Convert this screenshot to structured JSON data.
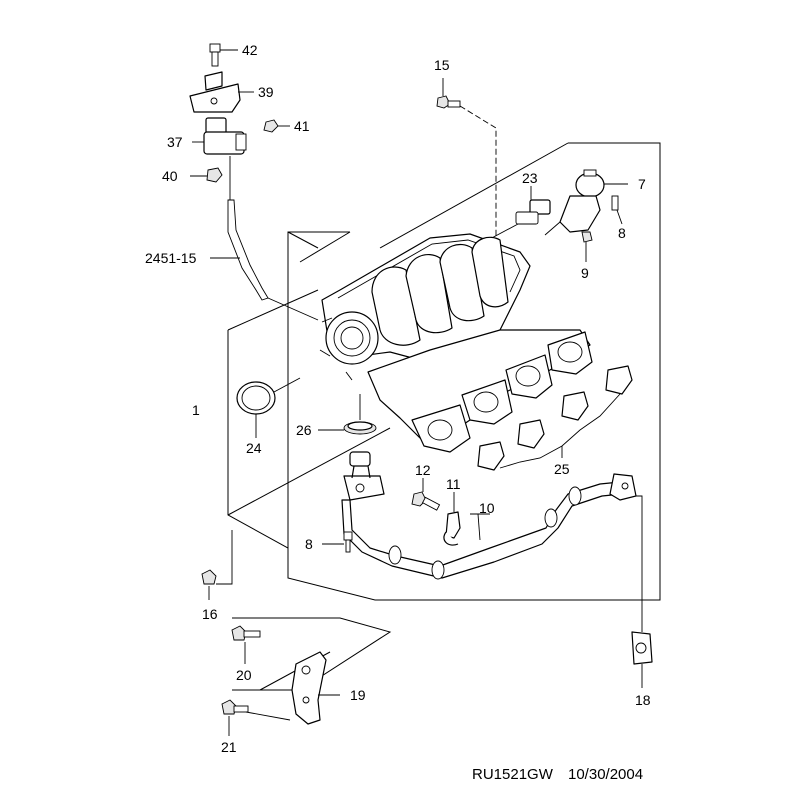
{
  "diagram": {
    "callouts": {
      "c42": "42",
      "c39": "39",
      "c41": "41",
      "c37": "37",
      "c40": "40",
      "c15": "15",
      "c23": "23",
      "c7": "7",
      "c8a": "8",
      "c9": "9",
      "c2451": "2451-15",
      "c1": "1",
      "c24": "24",
      "c26": "26",
      "c25": "25",
      "c12": "12",
      "c11": "11",
      "c10": "10",
      "c8b": "8",
      "c16": "16",
      "c20": "20",
      "c19": "19",
      "c21": "21",
      "c18": "18"
    },
    "footer": {
      "code": "RU1521GW",
      "date": "10/30/2004"
    }
  }
}
